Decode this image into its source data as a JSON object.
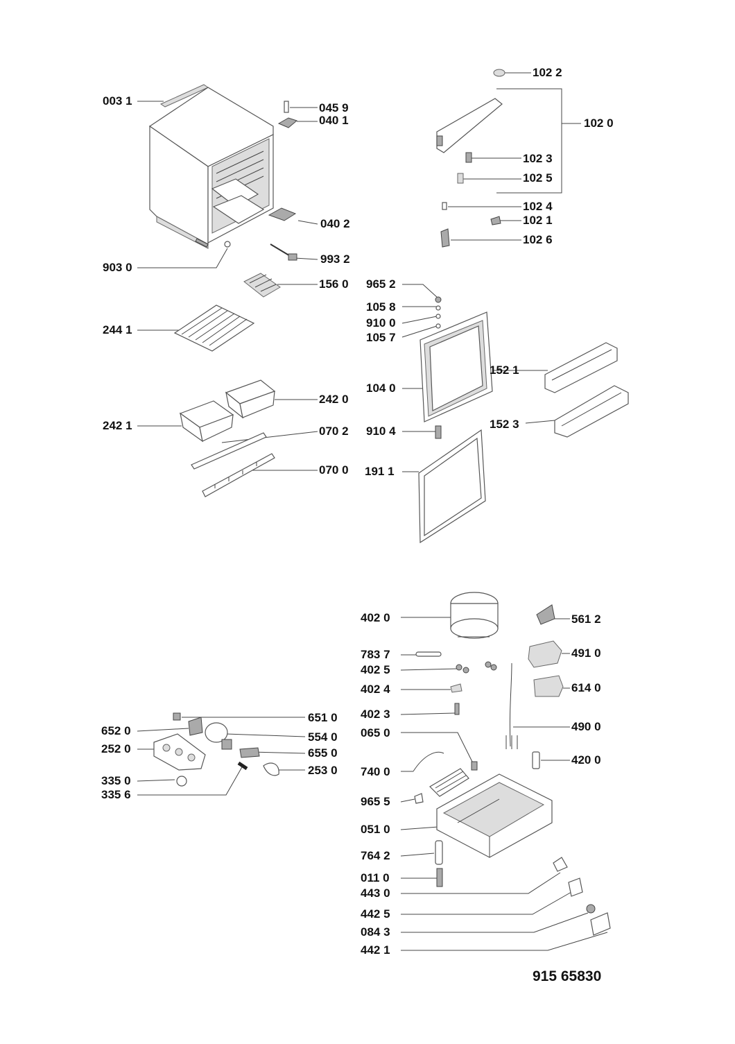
{
  "labels": {
    "p0031": "003 1",
    "p0459": "045 9",
    "p0401": "040 1",
    "p0402": "040 2",
    "p9932": "993 2",
    "p9030": "903 0",
    "p1560": "156 0",
    "p2441": "244 1",
    "p2420": "242 0",
    "p2421": "242 1",
    "p0702": "070 2",
    "p0700": "070 0",
    "p1022": "102 2",
    "p1020": "102 0",
    "p1023": "102 3",
    "p1025": "102 5",
    "p1024": "102 4",
    "p1021": "102 1",
    "p1026": "102 6",
    "p9652": "965 2",
    "p1058": "105 8",
    "p9100": "910 0",
    "p1057": "105 7",
    "p1521": "152 1",
    "p1040": "104 0",
    "p1523": "152 3",
    "p9104": "910 4",
    "p1911": "191 1",
    "p4020": "402 0",
    "p5612": "561 2",
    "p7837": "783 7",
    "p4910": "491 0",
    "p4025": "402 5",
    "p4024": "402 4",
    "p6140": "614 0",
    "p4023": "402 3",
    "p0650": "065 0",
    "p4900": "490 0",
    "p4200": "420 0",
    "p7400": "740 0",
    "p9655": "965 5",
    "p0510": "051 0",
    "p7642": "764 2",
    "p0110": "011 0",
    "p4430": "443 0",
    "p4425": "442 5",
    "p0843": "084 3",
    "p4421": "442 1",
    "p6510": "651 0",
    "p6520": "652 0",
    "p5540": "554 0",
    "p2520": "252 0",
    "p6550": "655 0",
    "p2530": "253 0",
    "p3350": "335 0",
    "p3356": "335 6"
  },
  "document_number": "915 65830"
}
